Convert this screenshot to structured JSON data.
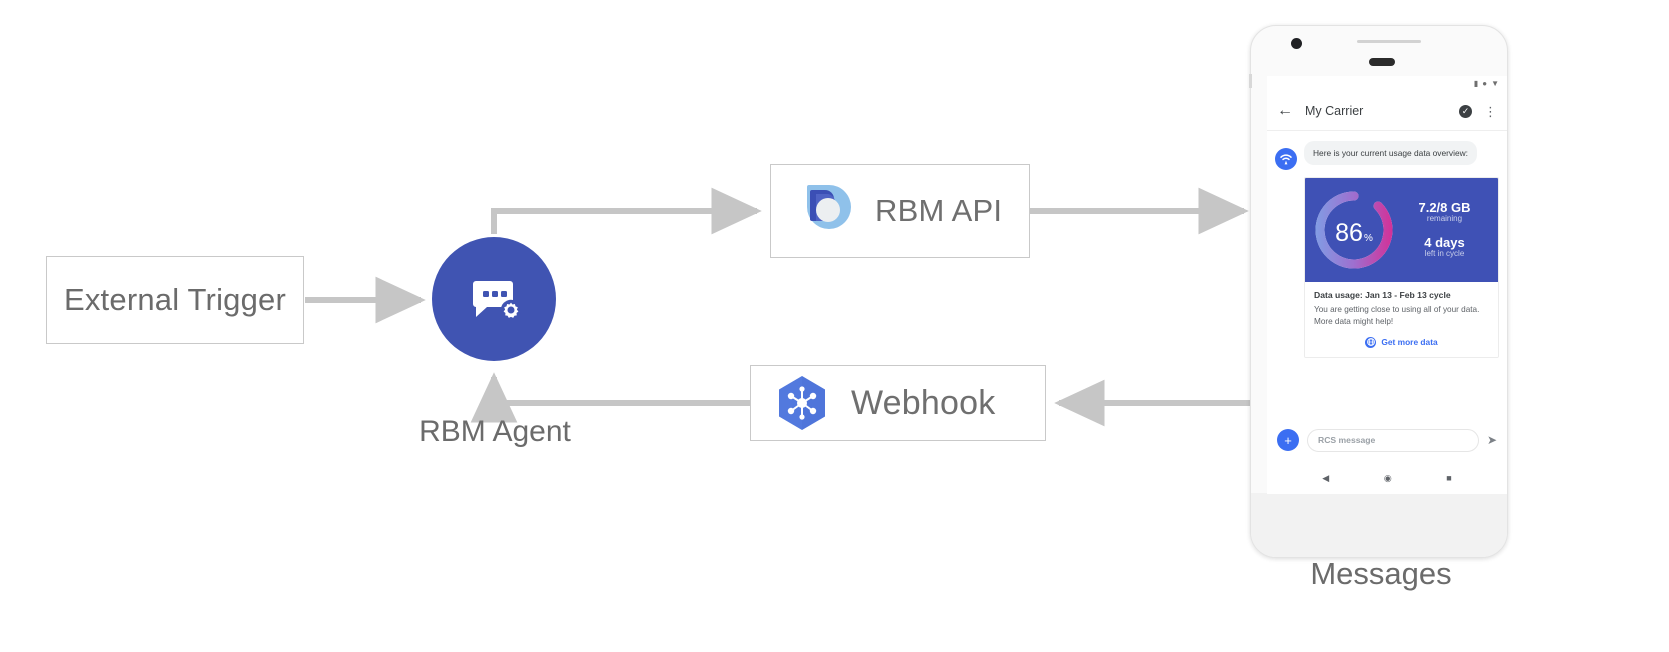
{
  "diagram": {
    "nodes": {
      "external_trigger": {
        "label": "External Trigger"
      },
      "rbm_agent": {
        "label": "RBM Agent",
        "icon": "chat-gear-icon",
        "color": "#4054b2"
      },
      "rbm_api": {
        "label": "RBM API",
        "icon": "rbm-api-icon"
      },
      "webhook": {
        "label": "Webhook",
        "icon": "webhook-hexagon-icon",
        "color": "#5279de"
      },
      "messages": {
        "label": "Messages"
      }
    },
    "edge_color": "#c6c6c6"
  },
  "phone": {
    "statusbar": {
      "icons": [
        "signal-icon",
        "wifi-dot-icon",
        "battery-icon"
      ]
    },
    "appbar": {
      "back": "←",
      "title": "My Carrier",
      "verified": "✓",
      "overflow": "⋮"
    },
    "thread": {
      "avatar_icon": "carrier-logo-icon",
      "incoming_message": "Here is your current usage data overview:",
      "rich_card": {
        "gauge": {
          "value": "86",
          "unit": "%",
          "percent": 86
        },
        "stats": [
          {
            "value": "7.2/8 GB",
            "caption": "remaining"
          },
          {
            "value": "4 days",
            "caption": "left in cycle"
          }
        ],
        "title": "Data usage: Jan 13 - Feb 13 cycle",
        "description": "You are getting close to using all of your data. More data might help!",
        "action": {
          "icon": "globe-icon",
          "label": "Get more data"
        }
      }
    },
    "composer": {
      "plus_label": "+",
      "placeholder": "RCS message",
      "send_icon": "➤"
    },
    "navbar": {
      "back": "◀",
      "home": "◉",
      "recents": "■"
    }
  },
  "colors": {
    "brand_blue": "#3f51b5",
    "agent_blue": "#4054b2",
    "accent_blue": "#3b6ef2",
    "gauge_pink": "#e0218a",
    "gauge_light_blue": "#7aa7e9",
    "edge_gray": "#c6c6c6"
  }
}
